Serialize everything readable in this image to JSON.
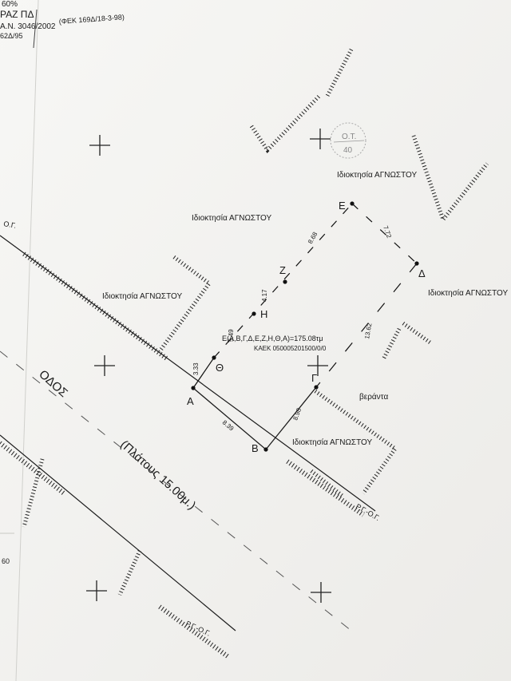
{
  "header": {
    "line1": "60%",
    "line2": "ΡΑΖ ΠΔ",
    "line3": "Α.Ν. 3046/2002",
    "line4": "62Δ/95",
    "fek": "(ΦΕΚ 169Δ/18-3-98)"
  },
  "points": {
    "A": "Α",
    "B": "Β",
    "G": "Γ",
    "D": "Δ",
    "E": "Ε",
    "Z": "Ζ",
    "H": "Η",
    "TH": "Θ"
  },
  "distances": {
    "AB": "8.39",
    "AT": "3.33",
    "TH": "5.49",
    "HZ": "4.17",
    "ZE": "8.68",
    "ED": "7.72",
    "DG": "13.62",
    "GB": "8.98"
  },
  "labels": {
    "property_top": "Ιδιοκτησία ΑΓΝΩΣΤΟΥ",
    "property_upper_right": "Ιδιοκτησία ΑΓΝΩΣΤΟΥ",
    "property_right": "Ιδιοκτησία ΑΓΝΩΣΤΟΥ",
    "property_left": "Ιδιοκτησία ΑΓΝΩΣΤΟΥ",
    "property_bottom": "Ιδιοκτησία ΑΓΝΩΣΤΟΥ",
    "area": "Ε(Α,Β,Γ,Δ,Ε,Ζ,Η,Θ,Α)=175.08τμ",
    "kaek": "ΚΑΕΚ 050005201500/0/0",
    "veranda": "βεράντα",
    "road": "ΟΔΟΣ",
    "road_width": "(Πλάτους 15.00μ.)",
    "og_left": "Ο.Γ.",
    "rg_og_right": "Ρ.Γ.-Ο.Γ.",
    "rg_og_bottom": "Ρ.Γ.-Ο.Γ.",
    "stamp_top": "Ο.Τ.",
    "stamp_bottom": "40",
    "edge_mark": "60"
  }
}
